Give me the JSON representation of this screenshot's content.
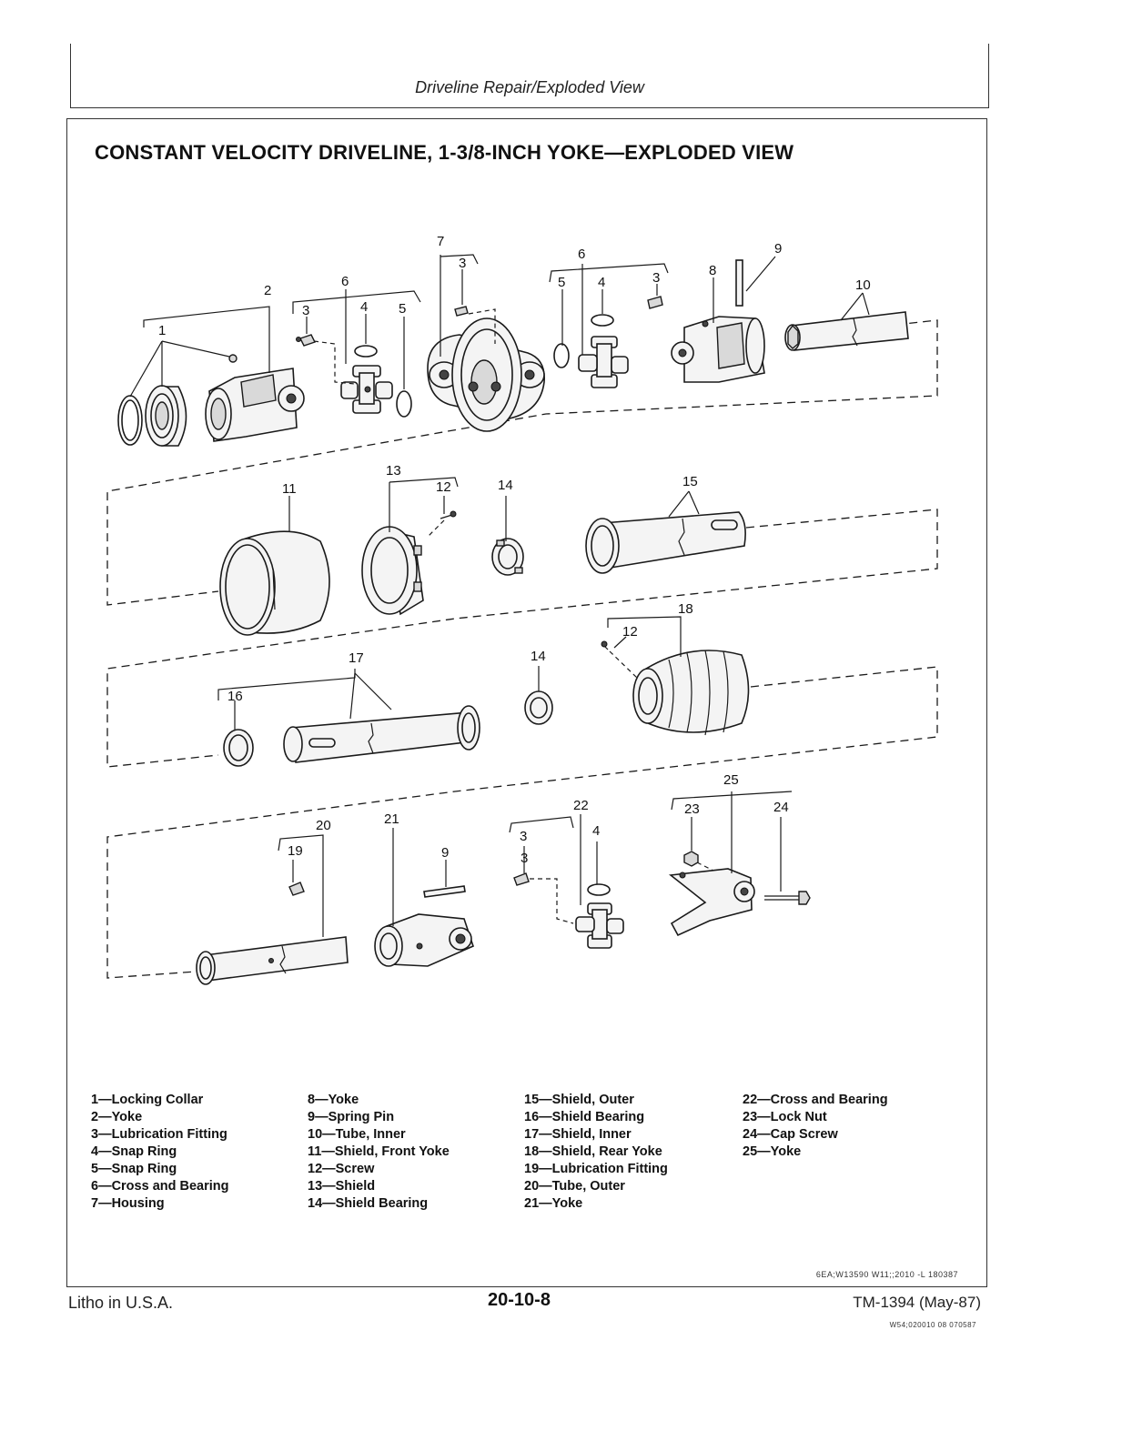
{
  "header": {
    "title": "Driveline Repair/Exploded View"
  },
  "main_title": "CONSTANT VELOCITY DRIVELINE, 1-3/8-INCH YOKE—EXPLODED VIEW",
  "callouts": {
    "c1": "1",
    "c2": "2",
    "c3a": "3",
    "c6a": "6",
    "c4a": "4",
    "c5a": "5",
    "c7": "7",
    "c3b": "3",
    "c6b": "6",
    "c5b": "5",
    "c4b": "4",
    "c3c": "3",
    "c8": "8",
    "c9a": "9",
    "c10": "10",
    "c11": "11",
    "c13": "13",
    "c12a": "12",
    "c14a": "14",
    "c15": "15",
    "c18": "18",
    "c12b": "12",
    "c17": "17",
    "c14b": "14",
    "c16": "16",
    "c25": "25",
    "c22": "22",
    "c23": "23",
    "c24": "24",
    "c20": "20",
    "c21": "21",
    "c19": "19",
    "c9b": "9",
    "c3d": "3",
    "c3e": "3",
    "c4c": "4"
  },
  "legend": {
    "col1": [
      "1—Locking Collar",
      "2—Yoke",
      "3—Lubrication Fitting",
      "4—Snap Ring",
      "5—Snap Ring",
      "6—Cross and Bearing",
      "7—Housing"
    ],
    "col2": [
      "8—Yoke",
      "9—Spring Pin",
      "10—Tube, Inner",
      "11—Shield, Front Yoke",
      "12—Screw",
      "13—Shield",
      "14—Shield Bearing"
    ],
    "col3": [
      "15—Shield, Outer",
      "16—Shield Bearing",
      "17—Shield, Inner",
      "18—Shield, Rear Yoke",
      "19—Lubrication Fitting",
      "20—Tube, Outer",
      "21—Yoke"
    ],
    "col4": [
      "22—Cross and Bearing",
      "23—Lock Nut",
      "24—Cap Screw",
      "25—Yoke"
    ]
  },
  "figure_code": "6EA;W13590 W11;;2010 -L 180387",
  "footer": {
    "left": "Litho in U.S.A.",
    "center": "20-10-8",
    "right": "TM-1394 (May-87)",
    "code": "W54;020010 08 070587"
  }
}
